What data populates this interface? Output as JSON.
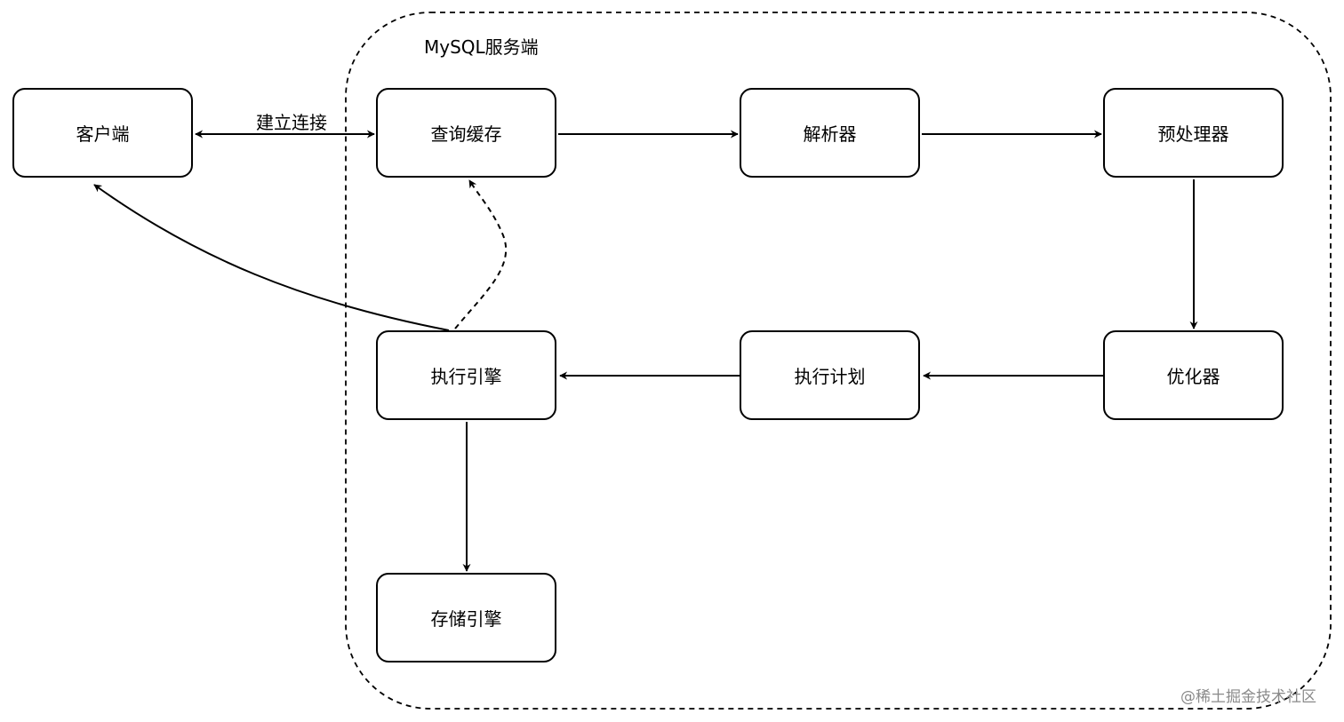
{
  "container": {
    "title": "MySQL服务端"
  },
  "nodes": {
    "client": "客户端",
    "query_cache": "查询缓存",
    "parser": "解析器",
    "preprocessor": "预处理器",
    "optimizer": "优化器",
    "execution_plan": "执行计划",
    "executor": "执行引擎",
    "storage_engine": "存储引擎"
  },
  "edges": {
    "connect_label": "建立连接"
  },
  "watermark": "@稀土掘金技术社区"
}
